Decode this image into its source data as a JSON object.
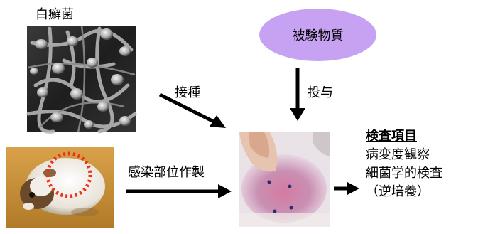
{
  "labels": {
    "fungus": "白癬菌",
    "test_substance": "被験物質",
    "inoculation": "接種",
    "administration": "投与",
    "infection_site": "感染部位作製"
  },
  "results": {
    "heading": "検査項目",
    "items": [
      "病変度観察",
      "細菌学的検査",
      "（逆培養）"
    ]
  },
  "colors": {
    "blob_fill": "#c8a2f2",
    "marker": "#e8341c",
    "arrow": "#000000"
  }
}
